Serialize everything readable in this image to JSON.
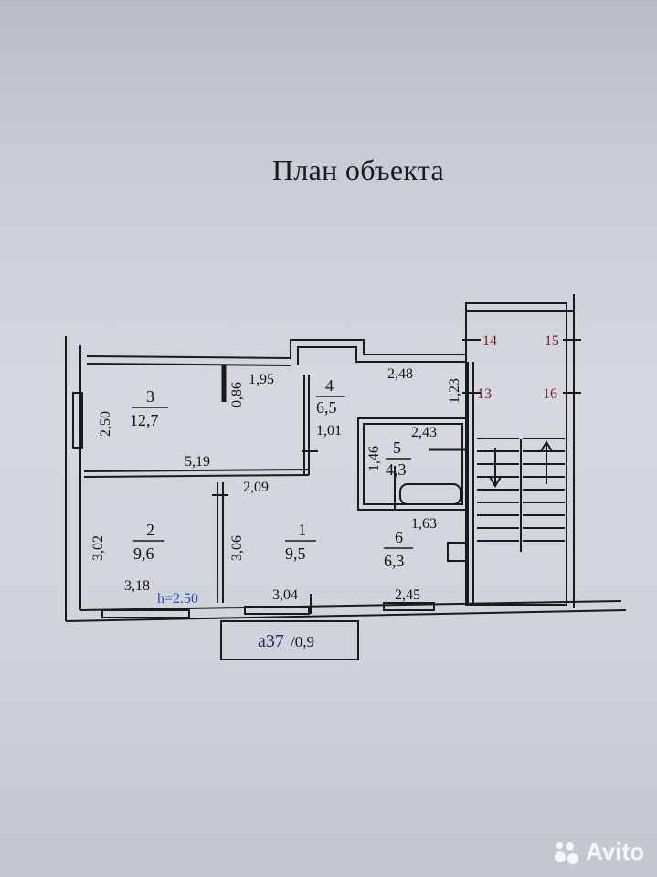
{
  "title": "План объекта",
  "rooms": [
    {
      "id": "1",
      "area": "9,5"
    },
    {
      "id": "2",
      "area": "9,6"
    },
    {
      "id": "3",
      "area": "12,7"
    },
    {
      "id": "4",
      "area": "6,5"
    },
    {
      "id": "5",
      "area": "4,3"
    },
    {
      "id": "6",
      "area": "6,3"
    }
  ],
  "dimensions": {
    "d250_left": "2,50",
    "d086": "0,86",
    "d195": "1,95",
    "d248": "2,48",
    "d123": "1,23",
    "d101": "1,01",
    "d243": "2,43",
    "d146": "1,46",
    "d519": "5,19",
    "d209": "2,09",
    "d302": "3,02",
    "d306": "3,06",
    "d163": "1,63",
    "d318": "3,18",
    "d304": "3,04",
    "d245": "2,45"
  },
  "ceiling_height": "h=2.50",
  "balcony_label_main": "а37",
  "balcony_label_suffix": "/0,9",
  "stair_numbers": [
    "14",
    "15",
    "13",
    "16"
  ],
  "watermark": "Avito",
  "colors": {
    "line": "#1a1a1a",
    "accent_red": "#7a1d1d",
    "accent_blue": "#1f4fb0"
  }
}
